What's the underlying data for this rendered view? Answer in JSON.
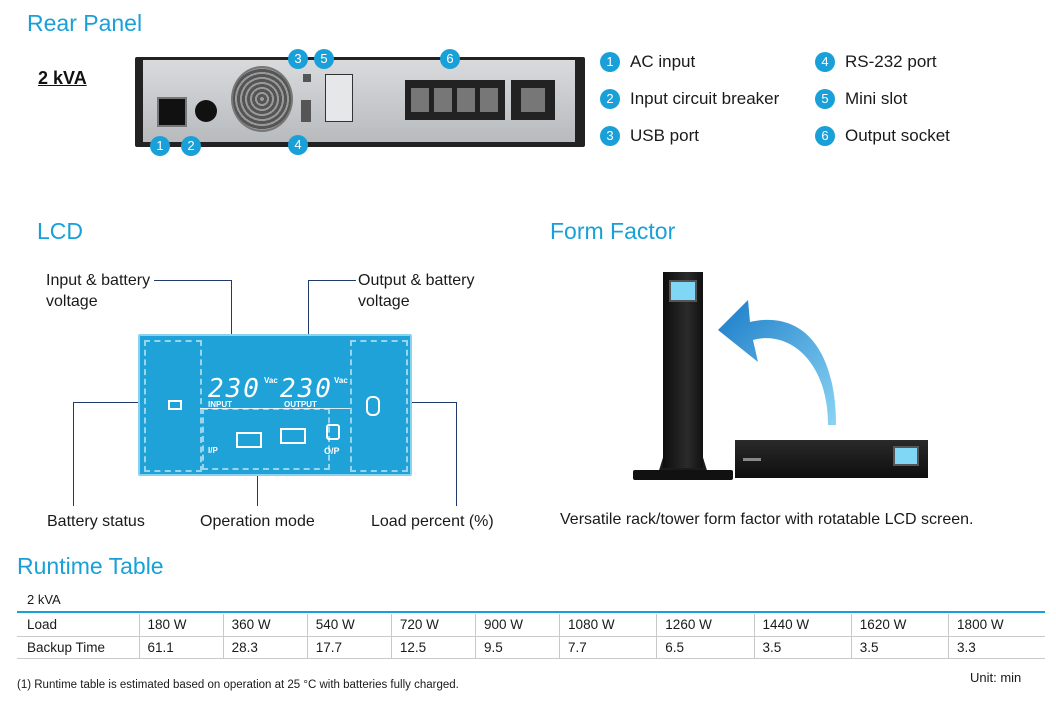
{
  "rear_panel": {
    "title": "Rear Panel",
    "model": "2 kVA",
    "legend": [
      {
        "num": "1",
        "label": "AC input"
      },
      {
        "num": "2",
        "label": "Input circuit breaker"
      },
      {
        "num": "3",
        "label": "USB port"
      },
      {
        "num": "4",
        "label": "RS-232 port"
      },
      {
        "num": "5",
        "label": "Mini slot"
      },
      {
        "num": "6",
        "label": "Output socket"
      }
    ]
  },
  "lcd": {
    "title": "LCD",
    "labels": {
      "input_battery": "Input & battery\nvoltage",
      "output_battery": "Output & battery\nvoltage",
      "battery_status": "Battery status",
      "operation_mode": "Operation mode",
      "load_percent": "Load percent (%)"
    },
    "screen": {
      "input_value": "230",
      "output_value": "230",
      "input_unit": "Vac",
      "output_unit": "Vac",
      "input_caption": "INPUT",
      "output_caption": "OUTPUT",
      "ip": "I/P",
      "op": "O/P"
    }
  },
  "form_factor": {
    "title": "Form Factor",
    "caption": "Versatile rack/tower form factor with rotatable LCD screen."
  },
  "runtime": {
    "title": "Runtime Table",
    "model": "2 kVA",
    "rows": [
      {
        "label": "Load",
        "cells": [
          "180 W",
          "360 W",
          "540 W",
          "720 W",
          "900 W",
          "1080 W",
          "1260 W",
          "1440 W",
          "1620 W",
          "1800 W"
        ]
      },
      {
        "label": "Backup Time",
        "cells": [
          "61.1",
          "28.3",
          "17.7",
          "12.5",
          "9.5",
          "7.7",
          "6.5",
          "3.5",
          "3.5",
          "3.3"
        ]
      }
    ],
    "footnote": "(1)  Runtime table is estimated based on operation at 25 °C with batteries fully charged.",
    "unit": "Unit: min"
  },
  "colors": {
    "accent": "#1aa0d8",
    "lcd_background": "#1ea2d8",
    "leader_lines": "#203a6e"
  }
}
